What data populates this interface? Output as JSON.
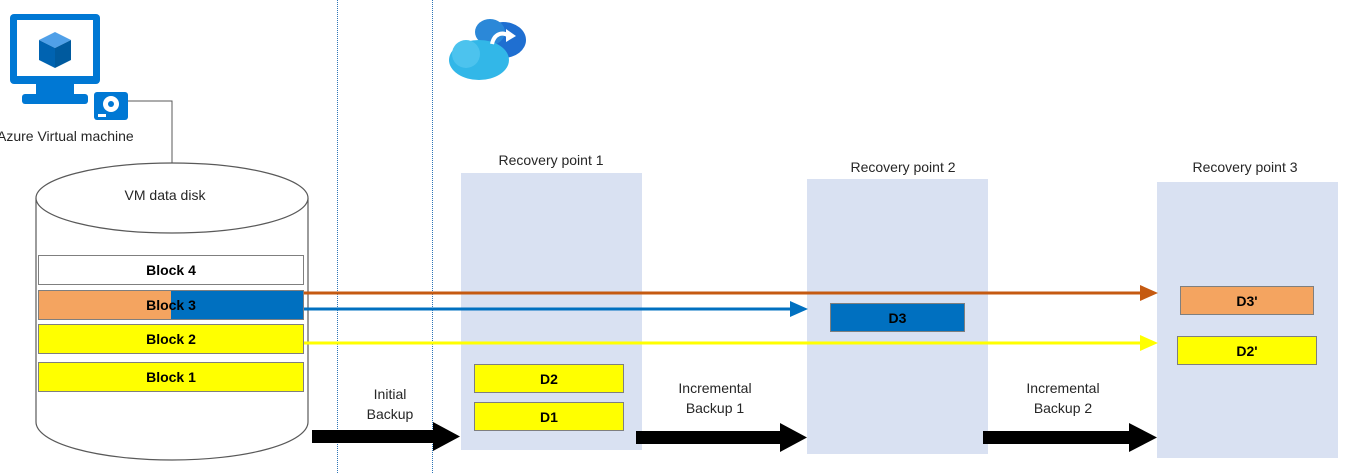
{
  "vm": {
    "label": "Azure Virtual machine",
    "monitor_icon": "monitor-icon",
    "cube_icon": "vm-cube-icon",
    "disk_icon": "disk-icon"
  },
  "cloud": {
    "icon": "cloud-backup-icon"
  },
  "disk": {
    "title": "VM data disk",
    "blocks": [
      {
        "label": "Block 4",
        "fill": "#ffffff"
      },
      {
        "label": "Block 3",
        "fill": "#f4a460",
        "changed_fill": "#0070c0"
      },
      {
        "label": "Block 2",
        "fill": "#ffff00"
      },
      {
        "label": "Block 1",
        "fill": "#ffff00"
      }
    ]
  },
  "recovery_points": [
    {
      "title": "Recovery point 1",
      "items": [
        "D2",
        "D1"
      ]
    },
    {
      "title": "Recovery point 2",
      "items": [
        "D3"
      ]
    },
    {
      "title": "Recovery point 3",
      "items": [
        "D3'",
        "D2'"
      ]
    }
  ],
  "steps": [
    {
      "line1": "Initial",
      "line2": "Backup"
    },
    {
      "line1": "Incremental",
      "line2": "Backup 1"
    },
    {
      "line1": "Incremental",
      "line2": "Backup 2"
    }
  ],
  "colors": {
    "orange": "#f4a460",
    "blue": "#0070c0",
    "yellow": "#ffff00",
    "orange_arrow": "#c55a11",
    "blue_arrow": "#0070c0",
    "yellow_arrow": "#ffff00",
    "rp_background": "#d9e1f2",
    "divider": "#2e75b6"
  }
}
